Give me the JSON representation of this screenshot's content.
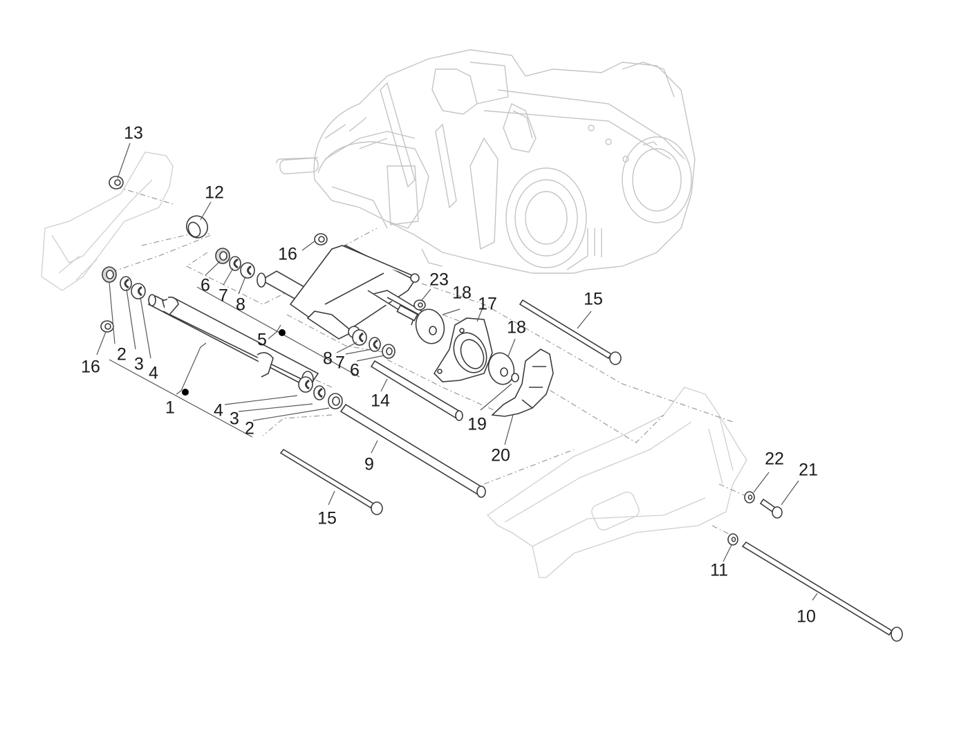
{
  "diagram": {
    "type": "exploded-parts-diagram",
    "subject": "Swinging arm assembly with engine",
    "colors": {
      "part_outline": "#3a3a3a",
      "background_outline": "#c8c8c8",
      "leader_line": "#555555",
      "dashed_line": "#9a9a9a",
      "label": "#1a1a1a",
      "bullet": "#000000"
    },
    "callouts": [
      {
        "id": "c13",
        "label": "13",
        "part": "nut-top-left"
      },
      {
        "id": "c12",
        "label": "12",
        "part": "bushing-large"
      },
      {
        "id": "c16a",
        "label": "16",
        "part": "nut-upper"
      },
      {
        "id": "c16b",
        "label": "16",
        "part": "nut-left"
      },
      {
        "id": "c6a",
        "label": "6",
        "part": "seal-upper"
      },
      {
        "id": "c7a",
        "label": "7",
        "part": "ring-upper"
      },
      {
        "id": "c8a",
        "label": "8",
        "part": "bushing-upper"
      },
      {
        "id": "c23",
        "label": "23",
        "part": "nut-center"
      },
      {
        "id": "c18a",
        "label": "18",
        "part": "silent-block-washer-upper"
      },
      {
        "id": "c17",
        "label": "17",
        "part": "bracket"
      },
      {
        "id": "c18b",
        "label": "18",
        "part": "silent-block-washer-lower"
      },
      {
        "id": "c15a",
        "label": "15",
        "part": "bolt-right"
      },
      {
        "id": "c5",
        "label": "5",
        "part": "swinging-arm-link"
      },
      {
        "id": "c2a",
        "label": "2",
        "part": "seal-left"
      },
      {
        "id": "c3a",
        "label": "3",
        "part": "ring-left"
      },
      {
        "id": "c4a",
        "label": "4",
        "part": "bushing-left"
      },
      {
        "id": "c8b",
        "label": "8",
        "part": "bushing-right"
      },
      {
        "id": "c7b",
        "label": "7",
        "part": "ring-right"
      },
      {
        "id": "c6b",
        "label": "6",
        "part": "seal-right"
      },
      {
        "id": "c1",
        "label": "1",
        "part": "swinging-arm-tube"
      },
      {
        "id": "c4b",
        "label": "4",
        "part": "bushing-lower"
      },
      {
        "id": "c3b",
        "label": "3",
        "part": "ring-lower"
      },
      {
        "id": "c2b",
        "label": "2",
        "part": "seal-lower"
      },
      {
        "id": "c14",
        "label": "14",
        "part": "spacer-tube"
      },
      {
        "id": "c19",
        "label": "19",
        "part": "o-ring"
      },
      {
        "id": "c20",
        "label": "20",
        "part": "cover"
      },
      {
        "id": "c9",
        "label": "9",
        "part": "long-spacer-tube"
      },
      {
        "id": "c15b",
        "label": "15",
        "part": "bolt-lower"
      },
      {
        "id": "c22",
        "label": "22",
        "part": "washer-small"
      },
      {
        "id": "c21",
        "label": "21",
        "part": "screw"
      },
      {
        "id": "c11",
        "label": "11",
        "part": "washer"
      },
      {
        "id": "c10",
        "label": "10",
        "part": "long-bolt"
      }
    ]
  }
}
